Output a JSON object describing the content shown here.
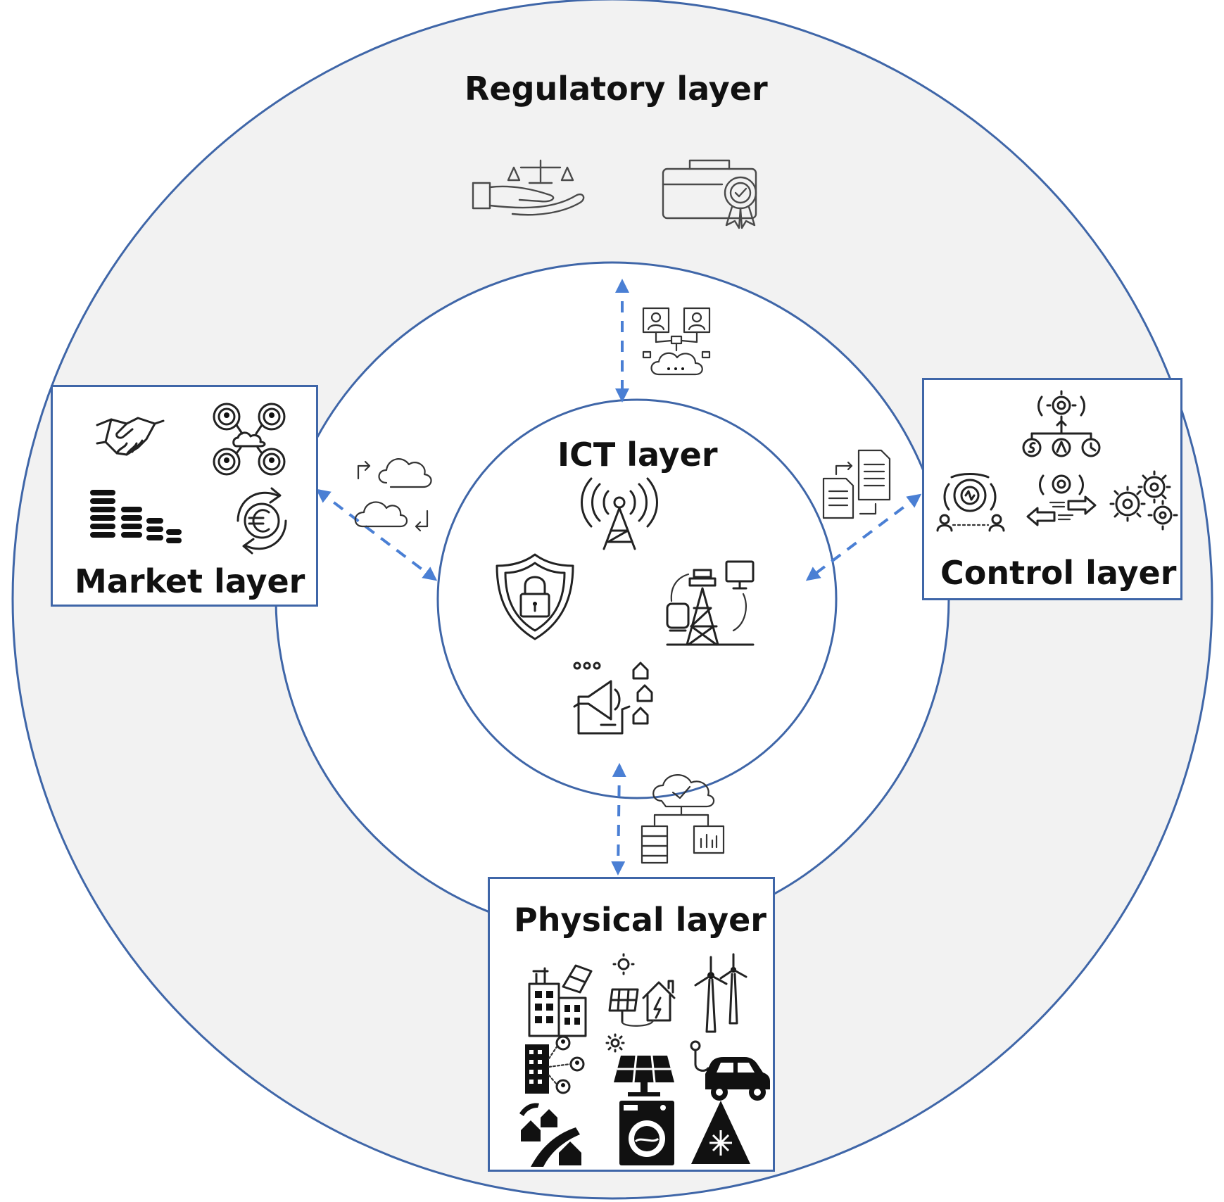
{
  "layers": {
    "regulatory": {
      "label": "Regulatory layer"
    },
    "ict": {
      "label": "ICT layer"
    },
    "market": {
      "label": "Market layer"
    },
    "control": {
      "label": "Control layer"
    },
    "physical": {
      "label": "Physical layer"
    }
  },
  "colors": {
    "ring_stroke": "#3f66a8",
    "outer_fill": "#f2f2f2",
    "arrow": "#4a7fd4",
    "icon": "#222222"
  },
  "icons": {
    "regulatory": [
      "justice-hand-icon",
      "certified-briefcase-icon"
    ],
    "ict": [
      "antenna-tower-icon",
      "security-shield-icon",
      "substation-network-icon",
      "broadcast-homes-icon"
    ],
    "market": [
      "handshake-icon",
      "peer-network-icon",
      "coin-stacks-icon",
      "euro-exchange-icon"
    ],
    "control": [
      "control-hierarchy-icon",
      "cycle-users-icon",
      "gear-exchange-icon",
      "gears-icon"
    ],
    "physical": [
      "solar-building-icon",
      "solar-home-icon",
      "wind-turbines-icon",
      "building-users-icon",
      "solar-panel-icon",
      "electric-car-icon",
      "road-houses-icon",
      "washing-machine-icon",
      "cooling-icon"
    ],
    "connectors": [
      "user-cloud-network-icon",
      "cloud-sync-icon",
      "document-transfer-icon",
      "cloud-data-icon"
    ]
  }
}
